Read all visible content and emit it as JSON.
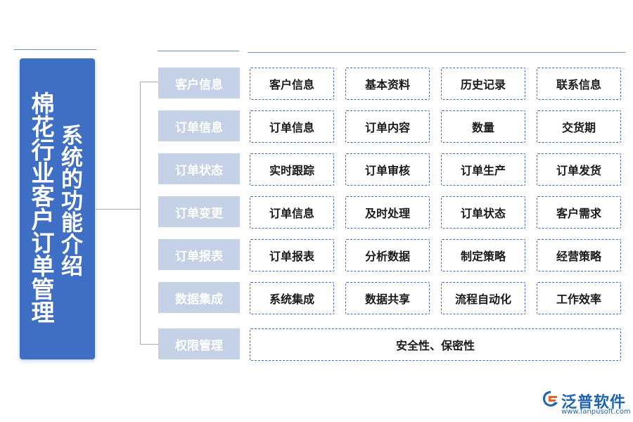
{
  "title": {
    "line1": "棉花行业客户订单管理",
    "line2": "系统的功能介绍"
  },
  "rows": [
    {
      "category": "客户信息",
      "items": [
        "客户信息",
        "基本资料",
        "历史记录",
        "联系信息"
      ]
    },
    {
      "category": "订单信息",
      "items": [
        "订单信息",
        "订单内容",
        "数量",
        "交货期"
      ]
    },
    {
      "category": "订单状态",
      "items": [
        "实时跟踪",
        "订单审核",
        "订单生产",
        "订单发货"
      ]
    },
    {
      "category": "订单变更",
      "items": [
        "订单信息",
        "及时处理",
        "订单状态",
        "客户需求"
      ]
    },
    {
      "category": "订单报表",
      "items": [
        "订单报表",
        "分析数据",
        "制定策略",
        "经营策略"
      ]
    },
    {
      "category": "数据集成",
      "items": [
        "系统集成",
        "数据共享",
        "流程自动化",
        "工作效率"
      ]
    },
    {
      "category": "权限管理",
      "items": [
        "安全性、保密性"
      ]
    }
  ],
  "logo": {
    "name": "泛普软件",
    "url": "www.fanpusoft.com",
    "icon": "fanpu-logo-icon"
  },
  "colors": {
    "title_bg": "#3f6fc4",
    "category_bg": "#c5d1e6",
    "item_border": "#3f6fc4",
    "logo": "#1f63b5"
  }
}
